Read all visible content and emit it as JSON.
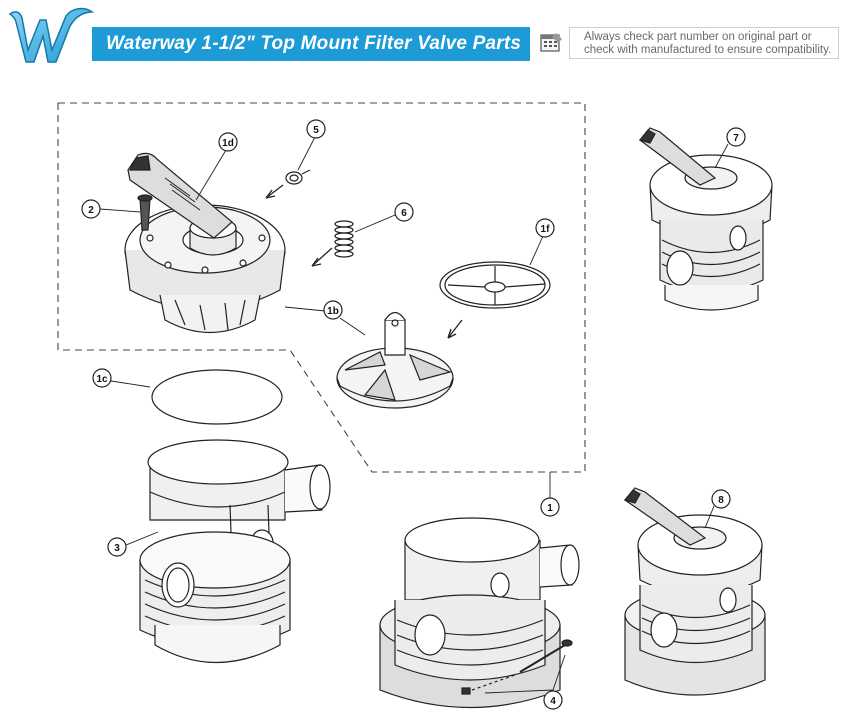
{
  "header": {
    "logo_letter": "W",
    "title": "Waterway 1-1/2\" Top Mount Filter Valve Parts",
    "notice": "Always check part number on original part or\ncheck with manufactured to ensure compatibility."
  },
  "colors": {
    "brand_blue": "#1d9bd7",
    "notice_text": "#6a6a6a",
    "line": "#222222"
  },
  "icons": [
    "w-logo-icon",
    "calendar-icon"
  ],
  "callouts": [
    "1",
    "1b",
    "1c",
    "1d",
    "1f",
    "2",
    "3",
    "4",
    "5",
    "6",
    "7",
    "8"
  ]
}
